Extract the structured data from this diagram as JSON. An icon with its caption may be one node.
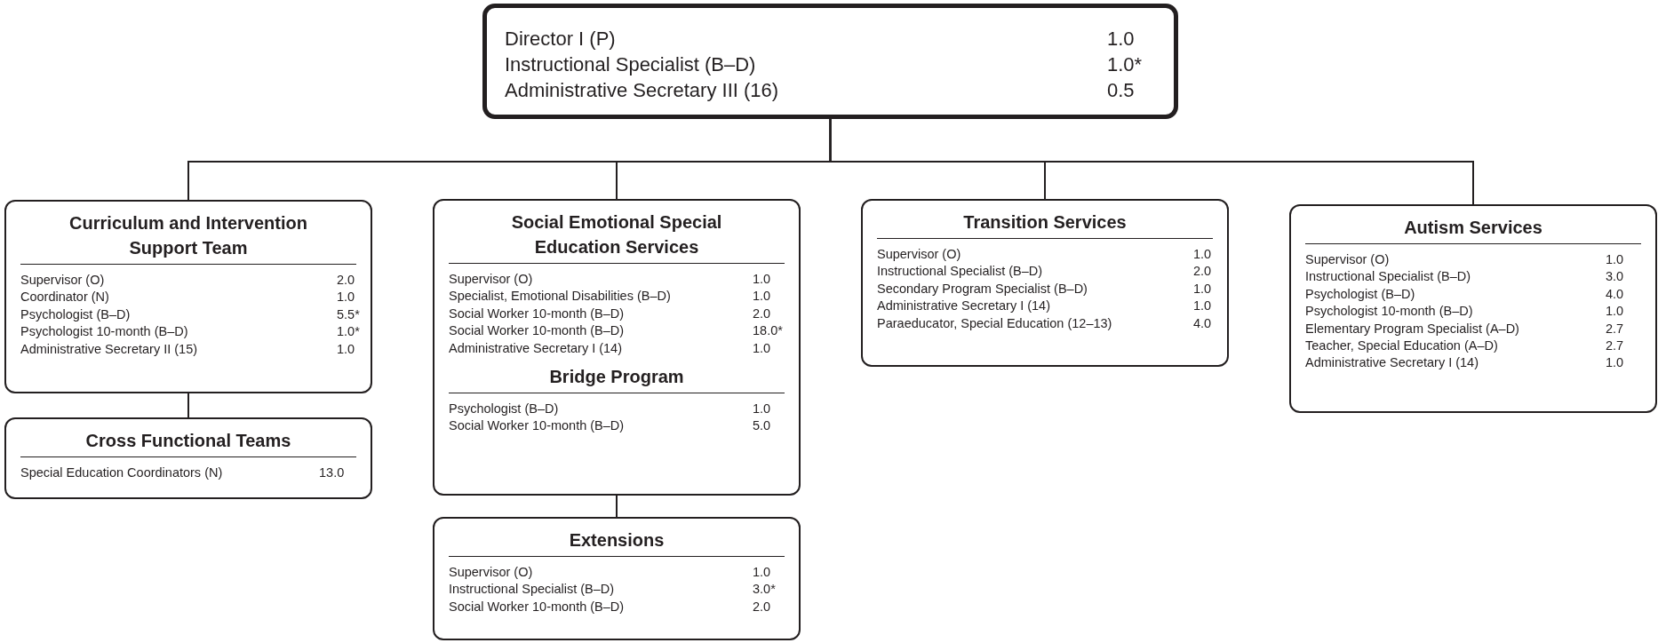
{
  "diagram": {
    "nodes": [
      {
        "text": [
          "Director I (P)",
          "1.0",
          "Instructional Specialist (B–D)",
          "1.0*",
          "Administrative Secretary III (16)",
          "0.5"
        ]
      },
      {
        "text": [
          "Curriculum and Intervention Support Team",
          "Supervisor (O)",
          "2.0",
          "Coordinator (N)",
          "1.0",
          "Psychologist (B–D)",
          "5.5*",
          "Psychologist 10-month (B–D)",
          "1.0*",
          "Administrative Secretary II (15)",
          "1.0"
        ]
      },
      {
        "text": [
          "Cross Functional Teams",
          "Special Education Coordinators (N)",
          "13.0"
        ]
      },
      {
        "text": [
          "Social Emotional Special Education Services",
          "Supervisor (O)",
          "1.0",
          "Specialist, Emotional Disabilities (B–D)",
          "1.0",
          "Social Worker 10-month (B–D)",
          "2.0",
          "Social Worker 10-month (B–D)",
          "18.0*",
          "Administrative Secretary I (14)",
          "1.0",
          "Bridge Program",
          "Psychologist (B–D)",
          "1.0",
          "Social Worker 10-month (B–D)",
          "5.0"
        ]
      },
      {
        "text": [
          "Extensions",
          "Supervisor (O)",
          "1.0",
          "Instructional Specialist (B–D)",
          "3.0*",
          "Social Worker 10-month (B–D)",
          "2.0"
        ]
      },
      {
        "text": [
          "Transition Services",
          "Supervisor (O)",
          "1.0",
          "Instructional Specialist (B–D)",
          "2.0",
          "Secondary Program Specialist (B–D)",
          "1.0",
          "Administrative Secretary I (14)",
          "1.0",
          "Paraeducator, Special Education (12–13)",
          "4.0"
        ]
      },
      {
        "text": [
          "Autism Services",
          "Supervisor (O)",
          "1.0",
          "Instructional Specialist (B–D)",
          "3.0",
          "Psychologist (B–D)",
          "4.0",
          "Psychologist 10-month (B–D)",
          "1.0",
          "Elementary Program Specialist (A–D)",
          "2.7",
          "Teacher, Special Education (A–D)",
          "2.7",
          "Administrative Secretary I (14)",
          "1.0"
        ]
      }
    ],
    "edges": [
      {
        "from": 0,
        "to": 1,
        "arrow": "none"
      },
      {
        "from": 0,
        "to": 3,
        "arrow": "none"
      },
      {
        "from": 0,
        "to": 5,
        "arrow": "none"
      },
      {
        "from": 0,
        "to": 6,
        "arrow": "none"
      },
      {
        "from": 1,
        "to": 2,
        "arrow": "none"
      },
      {
        "from": 3,
        "to": 4,
        "arrow": "none"
      }
    ]
  }
}
